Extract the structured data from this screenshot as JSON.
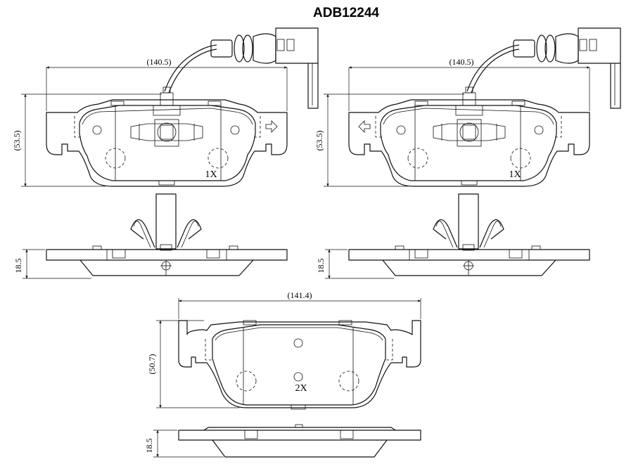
{
  "title": "ADB12244",
  "outer_pads": {
    "width_dim": "(140.5)",
    "height_dim": "(53.5)",
    "thickness_dim": "18.5",
    "quantity": "1X"
  },
  "inner_pad": {
    "width_dim": "(141.4)",
    "height_dim": "(50.7)",
    "thickness_dim": "18.5",
    "quantity": "2X"
  }
}
